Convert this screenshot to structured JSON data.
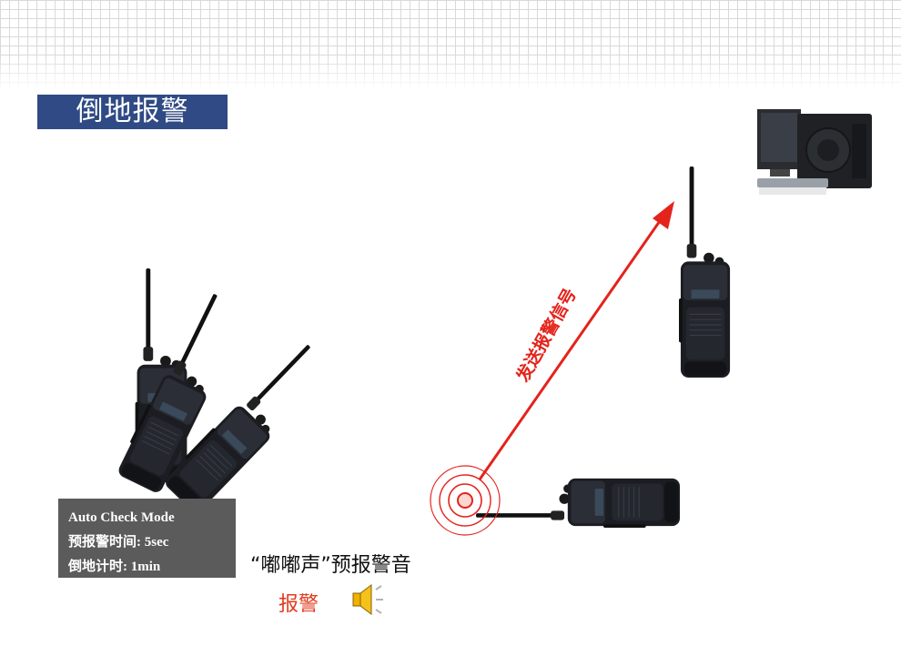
{
  "slide": {
    "title": "倒地报警",
    "info_box": {
      "line1": "Auto Check Mode",
      "line2": "预报警时间: 5sec",
      "line3": "倒地计时: 1min"
    },
    "beep_caption": "“嘟嘟声”预报警音",
    "alarm_label": "报警",
    "arrow_label": "发送报警信号"
  },
  "colors": {
    "title_bg": "#2f4a84",
    "info_bg": "#5b5b5b",
    "signal_red": "#e4231b",
    "alarm_orange": "#e03c1f"
  },
  "icons": [
    "speaker-icon",
    "walkie-talkie-icon",
    "computer-icon",
    "signal-wave-icon"
  ]
}
